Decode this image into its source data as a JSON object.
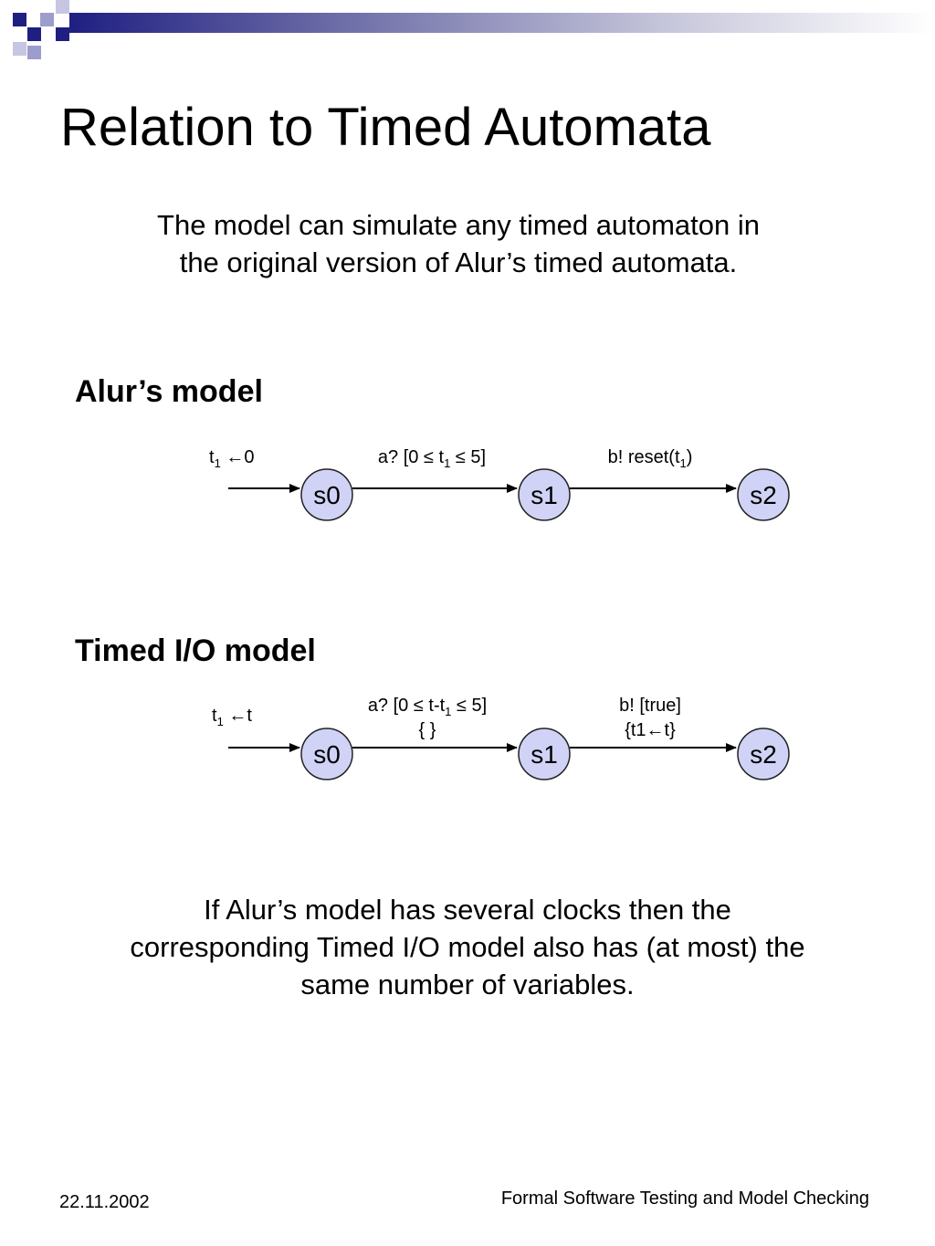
{
  "title": "Relation to Timed Automata",
  "subtitle_line1": "The model can simulate any timed automaton in",
  "subtitle_line2": "the original version of Alur’s timed automata.",
  "colors": {
    "state_fill": "#d0d3f6",
    "state_stroke": "#222222",
    "header_dark": "#1f1f82",
    "header_light": "#9d9dcd"
  },
  "alur": {
    "heading": "Alur’s model",
    "init_label_main": "t",
    "init_label_sub": "1",
    "init_label_tail": " ←0",
    "edge1_label_pre": "a? [0 ≤ t",
    "edge1_label_sub": "1",
    "edge1_label_post": " ≤ 5]",
    "edge2_label_pre": "b!  reset(t",
    "edge2_label_sub": "1",
    "edge2_label_post": ")",
    "states": [
      "s0",
      "s1",
      "s2"
    ]
  },
  "timed_io": {
    "heading": "Timed I/O model",
    "init_label_main": "t",
    "init_label_sub": "1",
    "init_label_tail": " ←t",
    "edge1_label_pre": "a? [0 ≤ t-t",
    "edge1_label_sub": "1",
    "edge1_label_post": " ≤ 5]",
    "edge1_label_line2": "{ }",
    "edge2_label_line1": "b! [true]",
    "edge2_label_line2": "{t1←t}",
    "states": [
      "s0",
      "s1",
      "s2"
    ]
  },
  "note_line1": "If Alur’s model has several clocks then the",
  "note_line2": "corresponding Timed I/O model also has (at most) the",
  "note_line3": "same number of variables.",
  "footer": {
    "date": "22.11.2002",
    "course": "Formal Software Testing and Model Checking"
  }
}
